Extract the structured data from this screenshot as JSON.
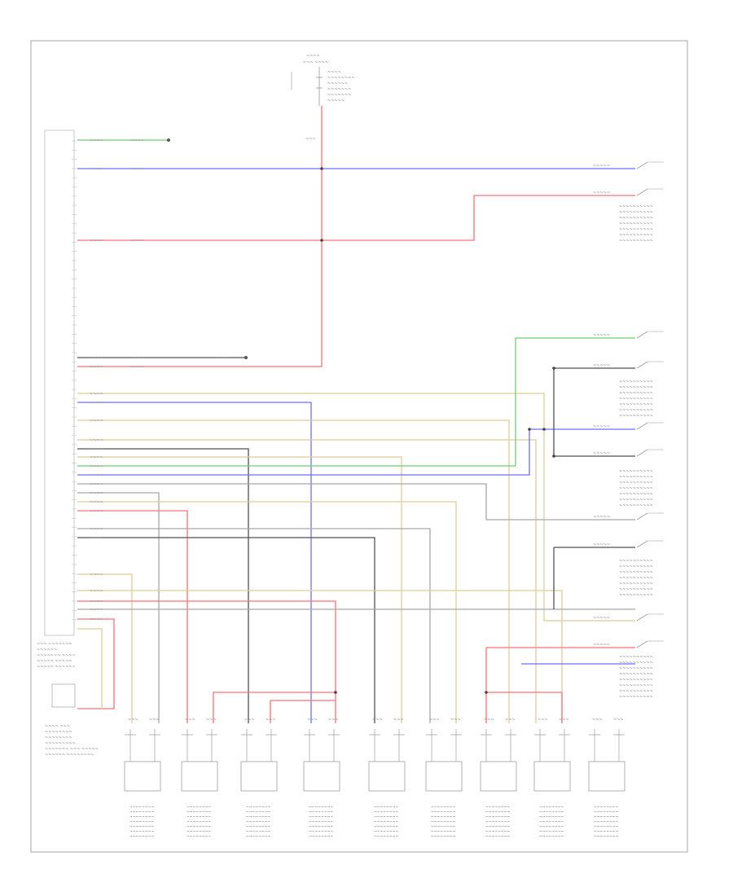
{
  "footer_code": "",
  "colors": {
    "red": "#ff6f7a",
    "blue": "#6f6fff",
    "green": "#6fcf6f",
    "black": "#505050",
    "gray": "#a8a8a8",
    "tan": "#dccf98",
    "frame": "#b5b5b5"
  },
  "icons": [
    "connector-icon",
    "resistor-icon",
    "sensor-icon",
    "ground-icon",
    "splice-icon"
  ],
  "fuse_box_label": "",
  "components": [
    {
      "name": "ecu-connector-upper"
    },
    {
      "name": "ecu-connector-lower"
    },
    {
      "name": "sensor-front-left"
    },
    {
      "name": "sensor-front-right"
    },
    {
      "name": "sensor-rear"
    }
  ],
  "sensors_count_bottom": 9
}
